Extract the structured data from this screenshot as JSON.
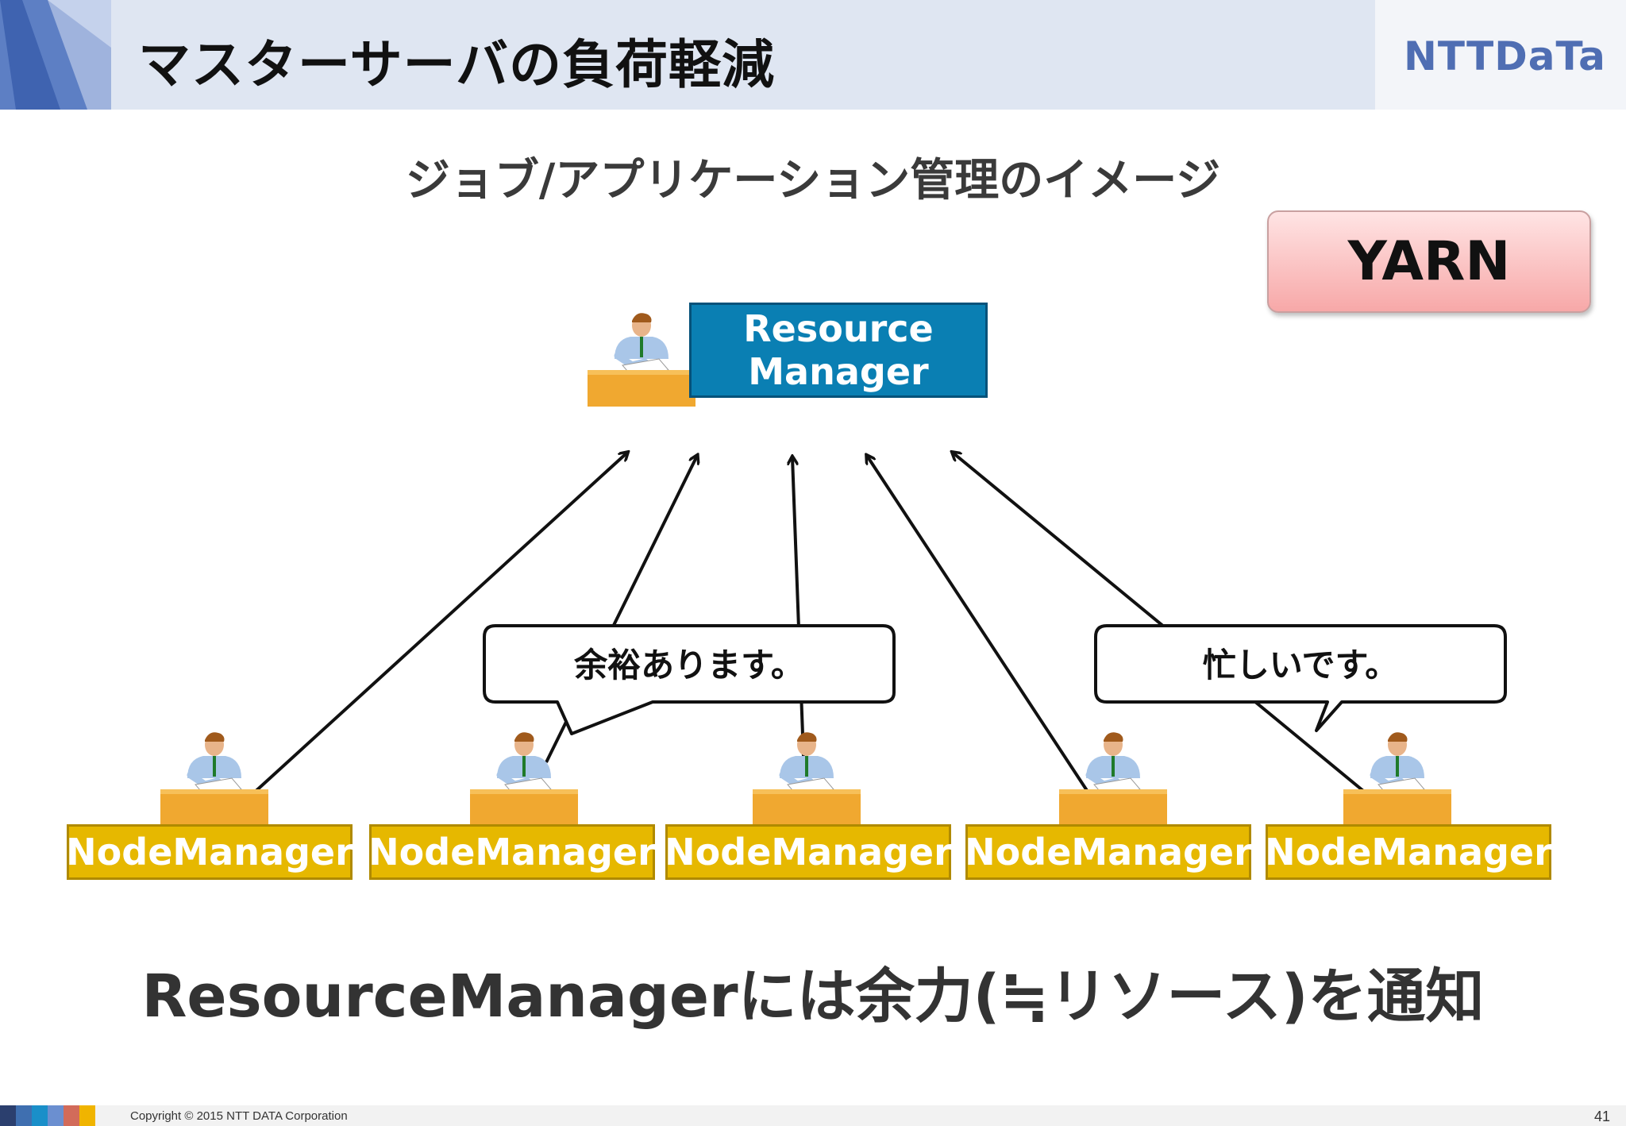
{
  "header": {
    "title": "マスターサーバの負荷軽減",
    "logo_text": "NTTDaTa"
  },
  "subtitle": "ジョブ/アプリケーション管理のイメージ",
  "badge": {
    "label": "YARN"
  },
  "resource_manager": {
    "line1": "Resource",
    "line2": "Manager"
  },
  "node_managers": [
    {
      "label": "NodeManager"
    },
    {
      "label": "NodeManager"
    },
    {
      "label": "NodeManager"
    },
    {
      "label": "NodeManager"
    },
    {
      "label": "NodeManager"
    }
  ],
  "bubbles": [
    {
      "text": "余裕あります。"
    },
    {
      "text": "忙しいです。"
    }
  ],
  "footer_message": "ResourceManagerには余力(≒リソース)を通知",
  "footer": {
    "copyright": "Copyright © 2015 NTT DATA Corporation",
    "page_number": "41"
  },
  "colors": {
    "resource_box": "#0a7fb3",
    "node_box": "#e6b800",
    "badge": "#f7a8a8",
    "header_band": "#dfe6f2",
    "logo": "#4f6eb3"
  }
}
